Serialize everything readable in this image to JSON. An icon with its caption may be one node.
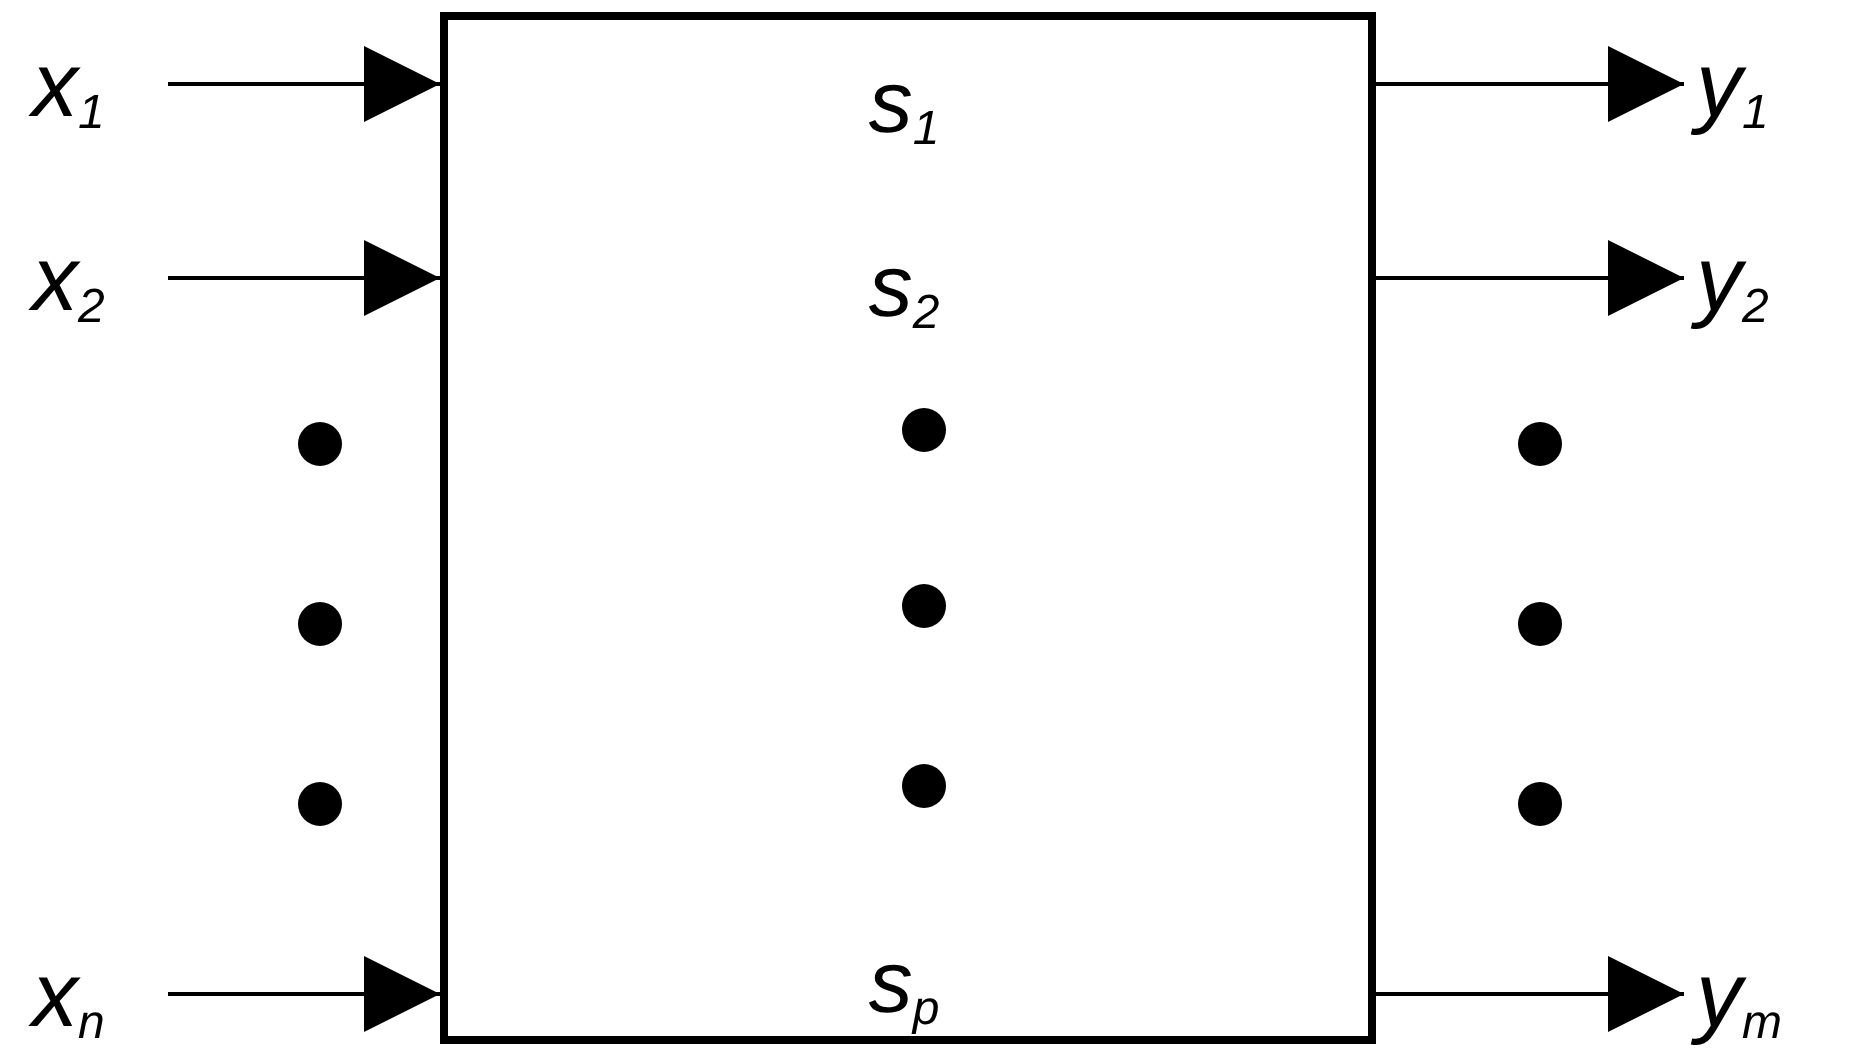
{
  "diagram": {
    "nodes": [
      {
        "text": [
          "s$_{1}$",
          "s$_{2}$",
          "s$_{p}$"
        ]
      },
      {
        "text": [
          "x$_{1}$"
        ]
      },
      {
        "text": [
          "x$_{2}$"
        ]
      },
      {
        "text": [
          "x$_{n}$"
        ]
      },
      {
        "text": [
          "y$_{1}$"
        ]
      },
      {
        "text": [
          "y$_{2}$"
        ]
      },
      {
        "text": [
          "y$_{m}$"
        ]
      }
    ],
    "edges": [
      {
        "from": 1,
        "to": 0,
        "arrow": "to"
      },
      {
        "from": 2,
        "to": 0,
        "arrow": "to"
      },
      {
        "from": 3,
        "to": 0,
        "arrow": "to"
      },
      {
        "from": 0,
        "to": 4,
        "arrow": "to"
      },
      {
        "from": 0,
        "to": 5,
        "arrow": "to"
      },
      {
        "from": 0,
        "to": 6,
        "arrow": "to"
      }
    ]
  }
}
